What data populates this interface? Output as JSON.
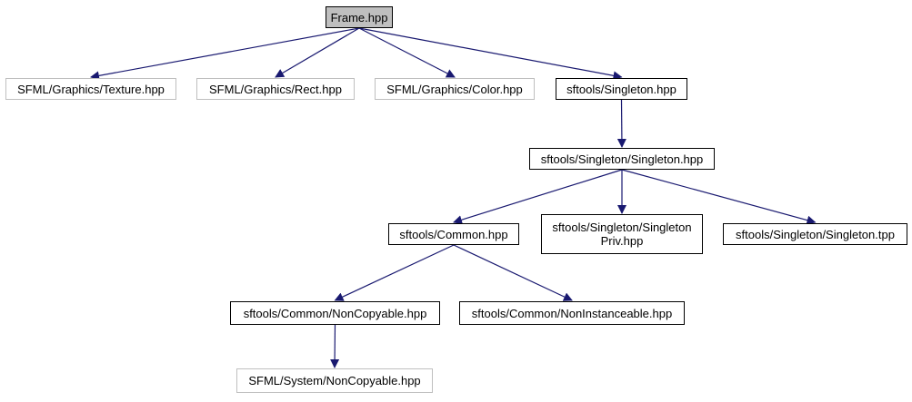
{
  "diagram": {
    "nodes": {
      "frame": "Frame.hpp",
      "texture": "SFML/Graphics/Texture.hpp",
      "rect": "SFML/Graphics/Rect.hpp",
      "color": "SFML/Graphics/Color.hpp",
      "singleton": "sftools/Singleton.hpp",
      "singleton_inner": "sftools/Singleton/Singleton.hpp",
      "common": "sftools/Common.hpp",
      "singleton_priv_line1": "sftools/Singleton/Singleton",
      "singleton_priv_line2": "Priv.hpp",
      "singleton_tpp": "sftools/Singleton/Singleton.tpp",
      "noncopyable": "sftools/Common/NonCopyable.hpp",
      "noninstanceable": "sftools/Common/NonInstanceable.hpp",
      "sfml_noncopyable": "SFML/System/NonCopyable.hpp"
    },
    "edges": [
      [
        "frame",
        "texture"
      ],
      [
        "frame",
        "rect"
      ],
      [
        "frame",
        "color"
      ],
      [
        "frame",
        "singleton"
      ],
      [
        "singleton",
        "singleton_inner"
      ],
      [
        "singleton_inner",
        "common"
      ],
      [
        "singleton_inner",
        "singleton_priv"
      ],
      [
        "singleton_inner",
        "singleton_tpp"
      ],
      [
        "common",
        "noncopyable"
      ],
      [
        "common",
        "noninstanceable"
      ],
      [
        "noncopyable",
        "sfml_noncopyable"
      ]
    ],
    "colors": {
      "edge": "#191970",
      "root_fill": "#bfbfbf",
      "external_border": "#bfbfbf",
      "internal_border": "#000000"
    }
  }
}
